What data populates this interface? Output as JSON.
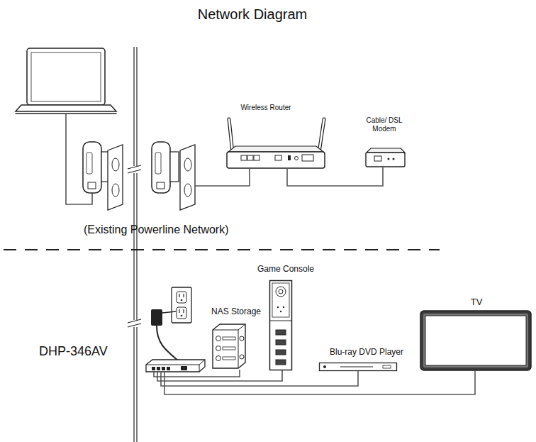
{
  "diagram": {
    "title": "Network Diagram",
    "nodes": [
      {
        "text": [
          "Wireless Router"
        ]
      },
      {
        "text": [
          "Cable/ DSL Modem"
        ]
      },
      {
        "text": [
          "Game Console"
        ]
      },
      {
        "text": [
          "NAS Storage"
        ]
      },
      {
        "text": [
          "TV"
        ]
      },
      {
        "text": [
          "Blu-ray DVD Player"
        ]
      },
      {
        "text": [
          "DHP-346AV"
        ]
      }
    ],
    "edges": [
      {
        "from": 0,
        "to": 1,
        "arrow": "none"
      },
      {
        "from": 6,
        "to": 3,
        "arrow": "none"
      },
      {
        "from": 6,
        "to": 2,
        "arrow": "none"
      },
      {
        "from": 6,
        "to": 5,
        "arrow": "none"
      },
      {
        "from": 6,
        "to": 4,
        "arrow": "none"
      }
    ],
    "labels": [
      "(Existing Powerline Network)"
    ]
  }
}
